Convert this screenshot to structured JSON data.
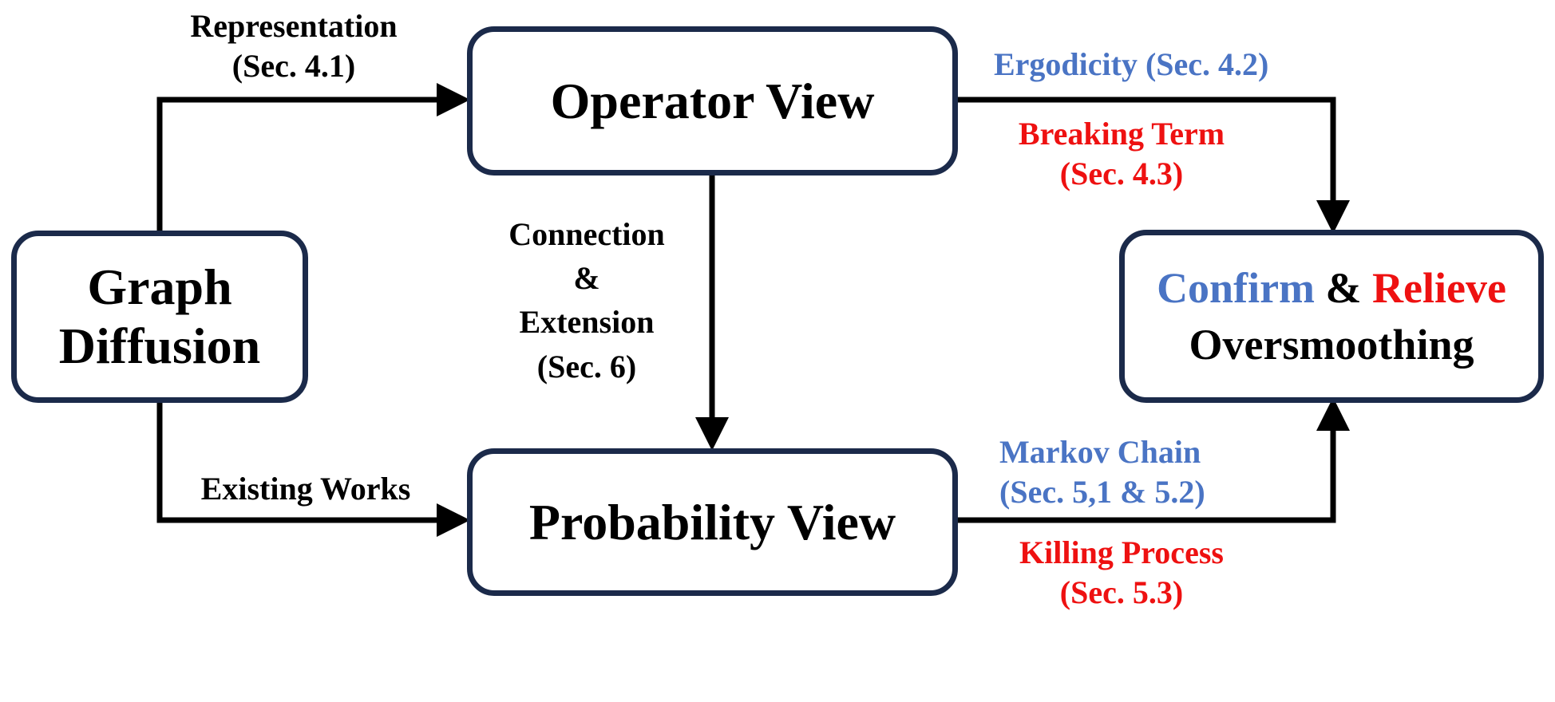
{
  "nodes": {
    "graph_diffusion": {
      "line1": "Graph",
      "line2": "Diffusion"
    },
    "operator_view": {
      "text": "Operator View"
    },
    "probability_view": {
      "text": "Probability View"
    },
    "confirm_relieve": {
      "confirm": "Confirm",
      "amp": "&",
      "relieve": "Relieve",
      "line2": "Oversmoothing"
    }
  },
  "edges": {
    "representation": {
      "line1": "Representation",
      "line2": "(Sec. 4.1)"
    },
    "existing_works": {
      "text": "Existing Works"
    },
    "connection": {
      "line1": "Connection",
      "line2": "&",
      "line3": "Extension",
      "line4": "(Sec. 6)"
    },
    "ergodicity": {
      "text": "Ergodicity (Sec. 4.2)"
    },
    "breaking_term": {
      "line1": "Breaking Term",
      "line2": "(Sec. 4.3)"
    },
    "markov_chain": {
      "line1": "Markov Chain",
      "line2": "(Sec. 5,1 & 5.2)"
    },
    "killing_process": {
      "line1": "Killing Process",
      "line2": "(Sec. 5.3)"
    }
  },
  "colors": {
    "border": "#1b2a4a",
    "blue": "#4a74c4",
    "red": "#ee1111",
    "arrow": "#000000"
  }
}
